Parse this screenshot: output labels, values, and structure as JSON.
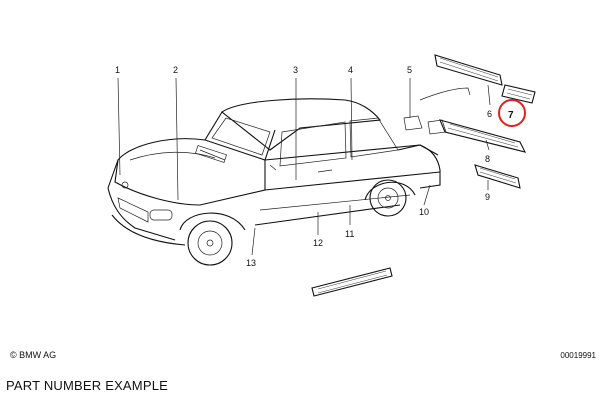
{
  "callouts": [
    {
      "id": "1",
      "label": "1"
    },
    {
      "id": "2",
      "label": "2"
    },
    {
      "id": "3",
      "label": "3"
    },
    {
      "id": "4",
      "label": "4"
    },
    {
      "id": "5",
      "label": "5"
    },
    {
      "id": "6",
      "label": "6"
    },
    {
      "id": "7",
      "label": "7",
      "highlighted": true
    },
    {
      "id": "8",
      "label": "8"
    },
    {
      "id": "9",
      "label": "9"
    },
    {
      "id": "10",
      "label": "10"
    },
    {
      "id": "11",
      "label": "11"
    },
    {
      "id": "12",
      "label": "12"
    },
    {
      "id": "13",
      "label": "13"
    }
  ],
  "copyright": "© BMW AG",
  "image_number": "00019991",
  "caption": "PART NUMBER EXAMPLE",
  "colors": {
    "line": "#111111",
    "highlight_circle": "#e02020",
    "background": "#ffffff"
  }
}
